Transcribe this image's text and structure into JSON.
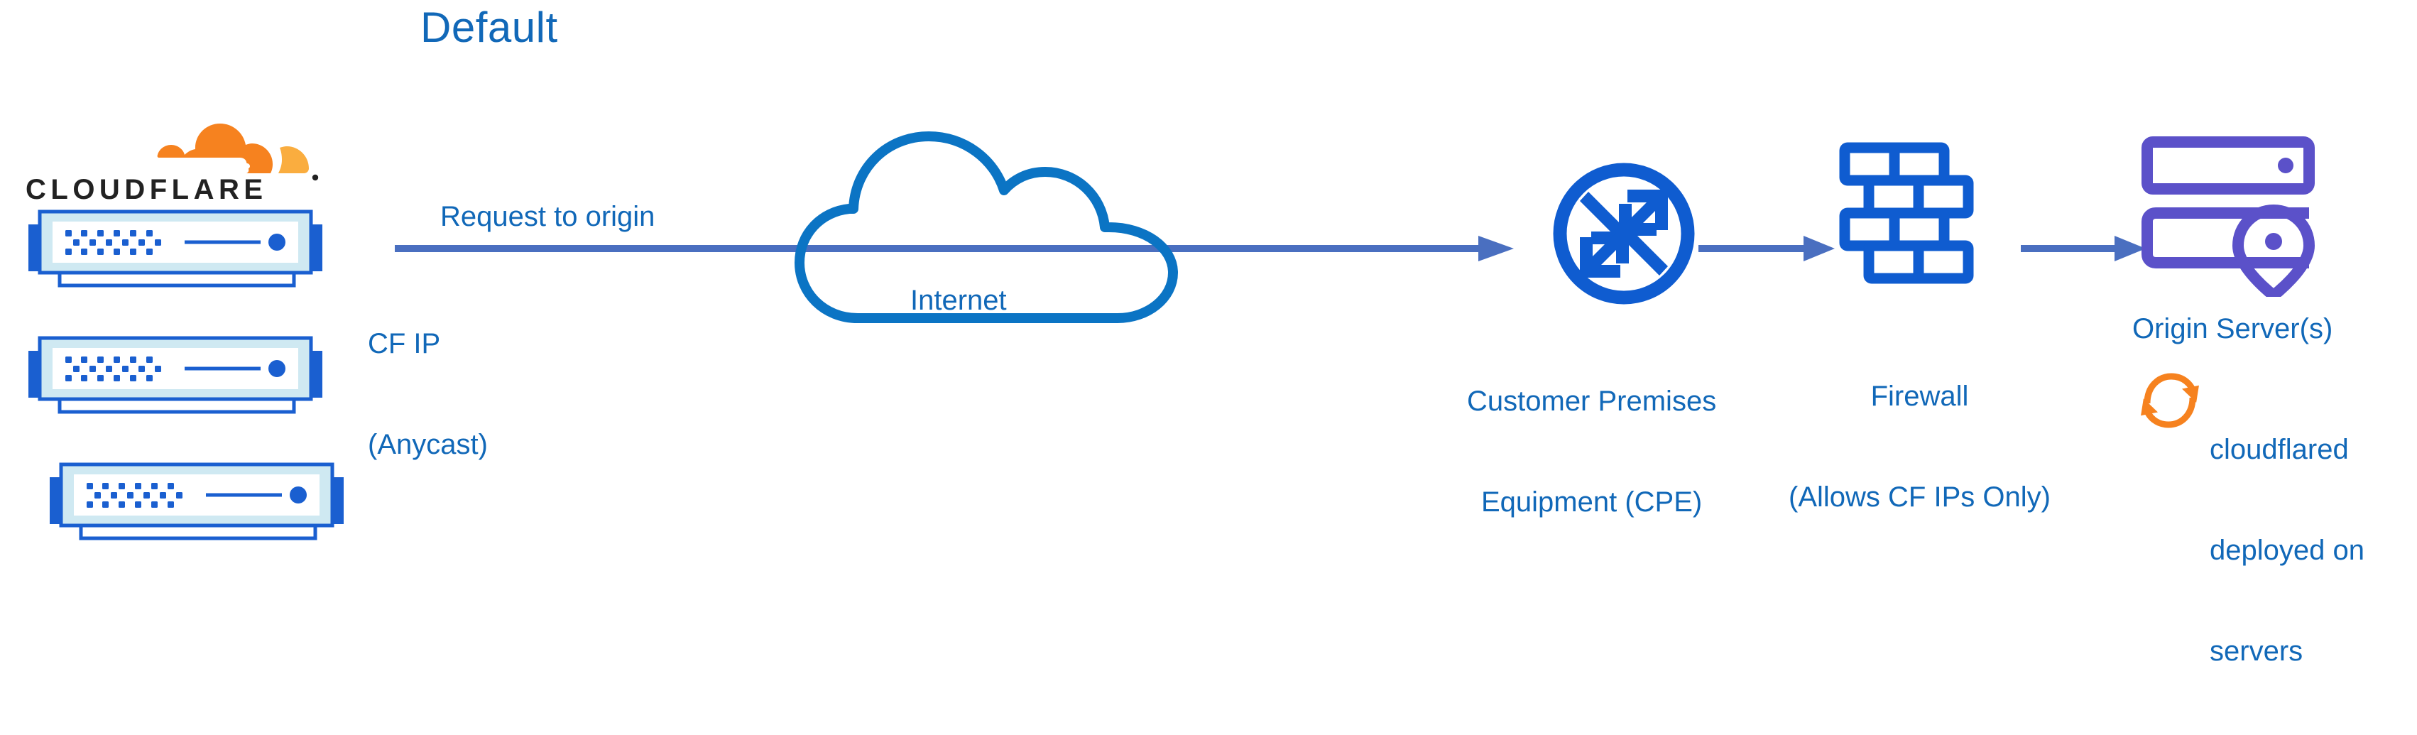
{
  "title": "Default",
  "colors": {
    "title_blue": "#1168b8",
    "label_blue": "#1168b8",
    "arrow_blue": "#4a6fc0",
    "icon_blue": "#0f5cd0",
    "cloud_outline_blue": "#0b74c4",
    "switch_body_blue": "#1a5fd0",
    "switch_fill_light": "#cfe9f2",
    "origin_purple": "#5b51c9",
    "cloudflare_orange": "#f6821f",
    "cloudflare_orange_light": "#faad3f",
    "wordmark_black": "#222222",
    "background": "#ffffff"
  },
  "nodes": {
    "cloudflare": {
      "logo_name": "cloudflare-logo",
      "wordmark": "CLOUDFLARE",
      "registered_mark": "®",
      "switch_count": 3,
      "switch_icon_name": "network-switch-icon"
    },
    "internet": {
      "label": "Internet",
      "icon_name": "cloud-icon"
    },
    "cpe": {
      "label_line1": "Customer Premises",
      "label_line2": "Equipment (CPE)",
      "icon_name": "router-icon"
    },
    "firewall": {
      "label_line1": "Firewall",
      "label_line2": "(Allows CF IPs Only)",
      "icon_name": "brick-wall-icon"
    },
    "origin": {
      "label": "Origin Server(s)",
      "icon_name": "server-rack-location-icon"
    },
    "cloudflared": {
      "label_line1": "cloudflared",
      "label_line2": "deployed on",
      "label_line3": "servers",
      "icon_name": "sync-circular-arrows-icon"
    }
  },
  "edges": {
    "cf_to_cpe": {
      "label": "Request to origin",
      "sublabel_line1": "CF IP",
      "sublabel_line2": "(Anycast)",
      "name": "arrow-cf-to-cpe"
    },
    "cpe_to_firewall": {
      "name": "arrow-cpe-to-firewall"
    },
    "firewall_to_origin": {
      "name": "arrow-firewall-to-origin"
    }
  }
}
